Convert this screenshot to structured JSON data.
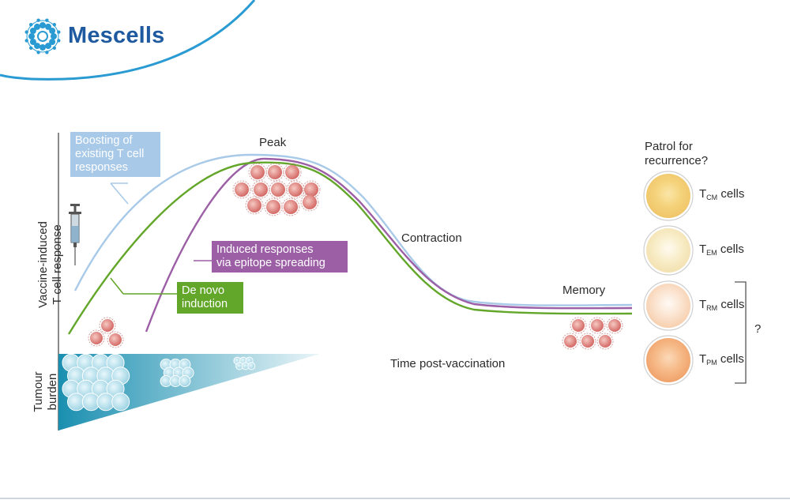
{
  "brand": {
    "name": "Mescells",
    "color": "#1f5aa0",
    "accent": "#2a9bd2"
  },
  "diagram": {
    "y_axis_label_lines": [
      "Vaccine-induced",
      "T cell response"
    ],
    "tumour_axis_label_lines": [
      "Tumour",
      "burden"
    ],
    "x_axis_label": "Time post-vaccination",
    "phases": {
      "peak": "Peak",
      "contraction": "Contraction",
      "memory": "Memory"
    },
    "boxes": {
      "boosting": {
        "lines": [
          "Boosting of",
          "existing T cell",
          "responses"
        ],
        "color": "#a8c9e8"
      },
      "spreading": {
        "lines": [
          "Induced responses",
          "via epitope spreading"
        ],
        "color": "#9c5fa6"
      },
      "denovo": {
        "lines": [
          "De novo",
          "induction"
        ],
        "color": "#62a62a"
      }
    },
    "patrol": {
      "lines": [
        "Patrol for",
        "recurrence?"
      ]
    },
    "memory_cells": [
      {
        "main": "T",
        "sub": "CM",
        "suffix": " cells",
        "color": "#f4d27a"
      },
      {
        "main": "T",
        "sub": "EM",
        "suffix": " cells",
        "color": "#f8edc8"
      },
      {
        "main": "T",
        "sub": "RM",
        "suffix": " cells",
        "color": "#fbe3cf"
      },
      {
        "main": "T",
        "sub": "PM",
        "suffix": " cells",
        "color": "#f6b987"
      }
    ],
    "question_mark": "?",
    "curve_colors": {
      "boosting": "#a8c9e8",
      "denovo": "#62a62a",
      "spreading": "#9c5fa6"
    },
    "tumour_gradient": {
      "start": "#1a8fb0",
      "end": "#eaf5f8"
    }
  }
}
